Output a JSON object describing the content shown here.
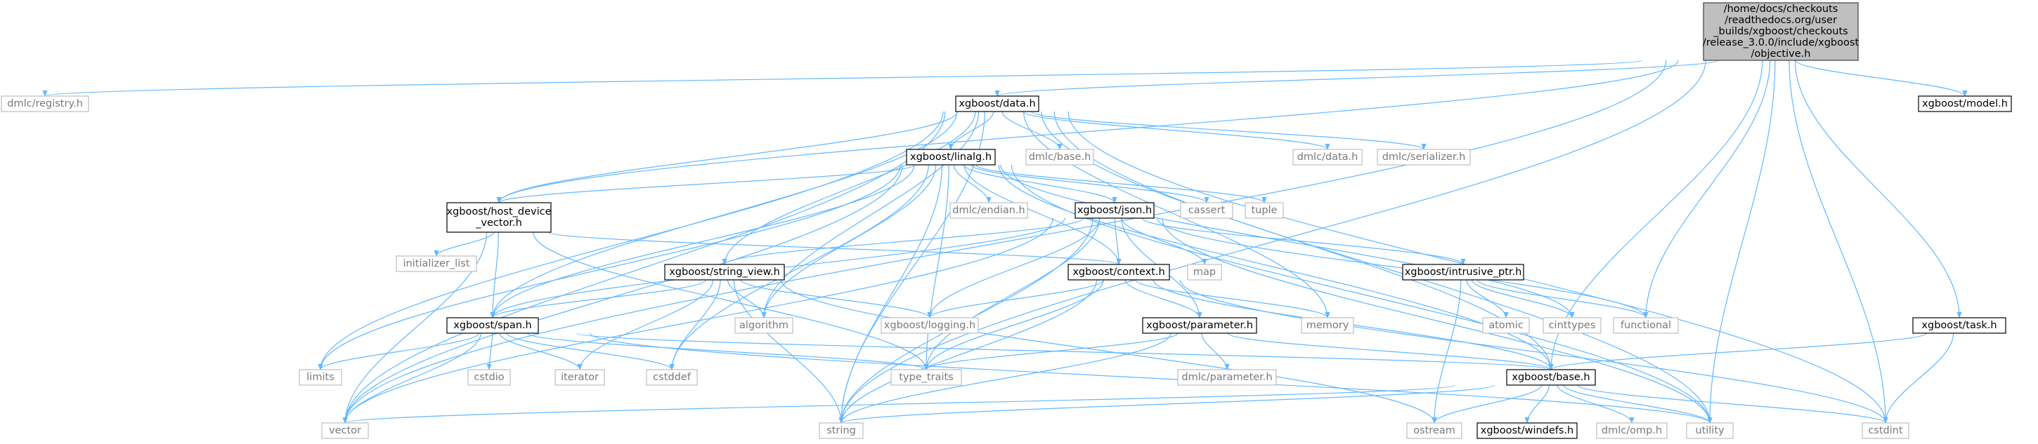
{
  "diagram": {
    "title_lines": [
      "/home/docs/checkouts",
      "/readthedocs.org/user",
      "_builds/xgboost/checkouts",
      "/release_3.0.0/include/xgboost",
      "/objective.h"
    ],
    "nodes": [
      {
        "id": "objective",
        "kind": "root",
        "lines": [
          "/home/docs/checkouts",
          "/readthedocs.org/user",
          "_builds/xgboost/checkouts",
          "/release_3.0.0/include/xgboost",
          "/objective.h"
        ]
      },
      {
        "id": "dmlc_registry",
        "kind": "system",
        "lines": [
          "dmlc/registry.h"
        ]
      },
      {
        "id": "xgb_data",
        "kind": "project",
        "lines": [
          "xgboost/data.h"
        ]
      },
      {
        "id": "xgb_model",
        "kind": "project",
        "lines": [
          "xgboost/model.h"
        ]
      },
      {
        "id": "dmlc_base",
        "kind": "system",
        "lines": [
          "dmlc/base.h"
        ]
      },
      {
        "id": "xgb_linalg",
        "kind": "project",
        "lines": [
          "xgboost/linalg.h"
        ]
      },
      {
        "id": "dmlc_data",
        "kind": "system",
        "lines": [
          "dmlc/data.h"
        ]
      },
      {
        "id": "dmlc_serializer",
        "kind": "system",
        "lines": [
          "dmlc/serializer.h"
        ]
      },
      {
        "id": "xgb_hdv",
        "kind": "project",
        "lines": [
          "xgboost/host_device",
          "_vector.h"
        ]
      },
      {
        "id": "dmlc_endian",
        "kind": "system",
        "lines": [
          "dmlc/endian.h"
        ]
      },
      {
        "id": "xgb_json",
        "kind": "project",
        "lines": [
          "xgboost/json.h"
        ]
      },
      {
        "id": "cassert",
        "kind": "system",
        "lines": [
          "cassert"
        ]
      },
      {
        "id": "tuple",
        "kind": "system",
        "lines": [
          "tuple"
        ]
      },
      {
        "id": "initializer_list",
        "kind": "system",
        "lines": [
          "initializer_list"
        ]
      },
      {
        "id": "xgb_string_view",
        "kind": "project",
        "lines": [
          "xgboost/string_view.h"
        ]
      },
      {
        "id": "xgb_context",
        "kind": "project",
        "lines": [
          "xgboost/context.h"
        ]
      },
      {
        "id": "map",
        "kind": "system",
        "lines": [
          "map"
        ]
      },
      {
        "id": "xgb_intrusive",
        "kind": "project",
        "lines": [
          "xgboost/intrusive_ptr.h"
        ]
      },
      {
        "id": "xgb_task",
        "kind": "project",
        "lines": [
          "xgboost/task.h"
        ]
      },
      {
        "id": "algorithm",
        "kind": "system",
        "lines": [
          "algorithm"
        ]
      },
      {
        "id": "xgb_logging",
        "kind": "system",
        "lines": [
          "xgboost/logging.h"
        ]
      },
      {
        "id": "memory",
        "kind": "system",
        "lines": [
          "memory"
        ]
      },
      {
        "id": "atomic",
        "kind": "system",
        "lines": [
          "atomic"
        ]
      },
      {
        "id": "cinttypes",
        "kind": "system",
        "lines": [
          "cinttypes"
        ]
      },
      {
        "id": "functional",
        "kind": "system",
        "lines": [
          "functional"
        ]
      },
      {
        "id": "xgb_span",
        "kind": "project",
        "lines": [
          "xgboost/span.h"
        ]
      },
      {
        "id": "xgb_parameter",
        "kind": "project",
        "lines": [
          "xgboost/parameter.h"
        ]
      },
      {
        "id": "limits",
        "kind": "system",
        "lines": [
          "limits"
        ]
      },
      {
        "id": "cstdio",
        "kind": "system",
        "lines": [
          "cstdio"
        ]
      },
      {
        "id": "iterator",
        "kind": "system",
        "lines": [
          "iterator"
        ]
      },
      {
        "id": "cstddef",
        "kind": "system",
        "lines": [
          "cstddef"
        ]
      },
      {
        "id": "type_traits",
        "kind": "system",
        "lines": [
          "type_traits"
        ]
      },
      {
        "id": "dmlc_parameter",
        "kind": "system",
        "lines": [
          "dmlc/parameter.h"
        ]
      },
      {
        "id": "xgb_base",
        "kind": "project",
        "lines": [
          "xgboost/base.h"
        ]
      },
      {
        "id": "vector",
        "kind": "system",
        "lines": [
          "vector"
        ]
      },
      {
        "id": "string",
        "kind": "system",
        "lines": [
          "string"
        ]
      },
      {
        "id": "ostream",
        "kind": "system",
        "lines": [
          "ostream"
        ]
      },
      {
        "id": "xgb_windefs",
        "kind": "project",
        "lines": [
          "xgboost/windefs.h"
        ]
      },
      {
        "id": "dmlc_omp",
        "kind": "system",
        "lines": [
          "dmlc/omp.h"
        ]
      },
      {
        "id": "utility",
        "kind": "system",
        "lines": [
          "utility"
        ]
      },
      {
        "id": "cstdint",
        "kind": "system",
        "lines": [
          "cstdint"
        ]
      }
    ],
    "edges": [
      [
        "objective",
        "dmlc_registry"
      ],
      [
        "objective",
        "xgb_data"
      ],
      [
        "objective",
        "xgb_model"
      ],
      [
        "objective",
        "xgb_task"
      ],
      [
        "objective",
        "functional"
      ],
      [
        "objective",
        "xgb_base"
      ],
      [
        "objective",
        "cstdint"
      ],
      [
        "objective",
        "string"
      ],
      [
        "objective",
        "xgb_hdv"
      ],
      [
        "objective",
        "vector"
      ],
      [
        "objective",
        "utility"
      ],
      [
        "xgb_data",
        "dmlc_base"
      ],
      [
        "xgb_data",
        "xgb_linalg"
      ],
      [
        "xgb_data",
        "dmlc_data"
      ],
      [
        "xgb_data",
        "dmlc_serializer"
      ],
      [
        "xgb_data",
        "xgb_hdv"
      ],
      [
        "xgb_data",
        "xgb_string_view"
      ],
      [
        "xgb_data",
        "xgb_span"
      ],
      [
        "xgb_data",
        "algorithm"
      ],
      [
        "xgb_data",
        "memory"
      ],
      [
        "xgb_data",
        "limits"
      ],
      [
        "xgb_data",
        "vector"
      ],
      [
        "xgb_data",
        "string"
      ],
      [
        "xgb_data",
        "utility"
      ],
      [
        "xgb_data",
        "cstdint"
      ],
      [
        "xgb_data",
        "xgb_base"
      ],
      [
        "xgb_linalg",
        "dmlc_endian"
      ],
      [
        "xgb_linalg",
        "xgb_json"
      ],
      [
        "xgb_linalg",
        "cassert"
      ],
      [
        "xgb_linalg",
        "tuple"
      ],
      [
        "xgb_linalg",
        "xgb_hdv"
      ],
      [
        "xgb_linalg",
        "xgb_context"
      ],
      [
        "xgb_linalg",
        "xgb_span"
      ],
      [
        "xgb_linalg",
        "algorithm"
      ],
      [
        "xgb_linalg",
        "cstddef"
      ],
      [
        "xgb_linalg",
        "type_traits"
      ],
      [
        "xgb_linalg",
        "limits"
      ],
      [
        "xgb_linalg",
        "vector"
      ],
      [
        "xgb_linalg",
        "string"
      ],
      [
        "xgb_linalg",
        "cinttypes"
      ],
      [
        "xgb_linalg",
        "utility"
      ],
      [
        "xgb_linalg",
        "xgb_base"
      ],
      [
        "xgb_hdv",
        "initializer_list"
      ],
      [
        "xgb_hdv",
        "xgb_span"
      ],
      [
        "xgb_hdv",
        "vector"
      ],
      [
        "xgb_hdv",
        "type_traits"
      ],
      [
        "xgb_hdv",
        "xgb_context"
      ],
      [
        "xgb_json",
        "xgb_string_view"
      ],
      [
        "xgb_json",
        "xgb_context"
      ],
      [
        "xgb_json",
        "map"
      ],
      [
        "xgb_json",
        "xgb_intrusive"
      ],
      [
        "xgb_json",
        "xgb_parameter"
      ],
      [
        "xgb_json",
        "xgb_logging"
      ],
      [
        "xgb_json",
        "xgb_span"
      ],
      [
        "xgb_json",
        "type_traits"
      ],
      [
        "xgb_json",
        "functional"
      ],
      [
        "xgb_json",
        "utility"
      ],
      [
        "xgb_json",
        "string"
      ],
      [
        "xgb_json",
        "vector"
      ],
      [
        "xgb_string_view",
        "xgb_span"
      ],
      [
        "xgb_string_view",
        "xgb_logging"
      ],
      [
        "xgb_string_view",
        "algorithm"
      ],
      [
        "xgb_string_view",
        "iterator"
      ],
      [
        "xgb_string_view",
        "cstddef"
      ],
      [
        "xgb_string_view",
        "string"
      ],
      [
        "xgb_string_view",
        "ostream"
      ],
      [
        "xgb_context",
        "xgb_logging"
      ],
      [
        "xgb_context",
        "memory"
      ],
      [
        "xgb_context",
        "xgb_parameter"
      ],
      [
        "xgb_context",
        "xgb_base"
      ],
      [
        "xgb_context",
        "type_traits"
      ],
      [
        "xgb_context",
        "string"
      ],
      [
        "xgb_context",
        "cstdint"
      ],
      [
        "xgb_intrusive",
        "atomic"
      ],
      [
        "xgb_intrusive",
        "cinttypes"
      ],
      [
        "xgb_intrusive",
        "functional"
      ],
      [
        "xgb_intrusive",
        "ostream"
      ],
      [
        "xgb_task",
        "xgb_base"
      ],
      [
        "xgb_task",
        "cstdint"
      ],
      [
        "xgb_span",
        "limits"
      ],
      [
        "xgb_span",
        "cstdio"
      ],
      [
        "xgb_span",
        "iterator"
      ],
      [
        "xgb_span",
        "cstddef"
      ],
      [
        "xgb_span",
        "type_traits"
      ],
      [
        "xgb_span",
        "vector"
      ],
      [
        "xgb_span",
        "xgb_base"
      ],
      [
        "xgb_span",
        "utility"
      ],
      [
        "xgb_parameter",
        "dmlc_parameter"
      ],
      [
        "xgb_parameter",
        "xgb_base"
      ],
      [
        "xgb_parameter",
        "type_traits"
      ],
      [
        "xgb_parameter",
        "string"
      ],
      [
        "xgb_base",
        "vector"
      ],
      [
        "xgb_base",
        "string"
      ],
      [
        "xgb_base",
        "ostream"
      ],
      [
        "xgb_base",
        "xgb_windefs"
      ],
      [
        "xgb_base",
        "dmlc_omp"
      ],
      [
        "xgb_base",
        "utility"
      ],
      [
        "xgb_base",
        "cstdint"
      ]
    ]
  },
  "colors": {
    "root_fill": "#bfbfbf",
    "root_border": "#404040",
    "project_border": "#000000",
    "system_border": "#bfbfbf",
    "edge": "#63b8ff",
    "sys_text": "#7a7a7a"
  }
}
